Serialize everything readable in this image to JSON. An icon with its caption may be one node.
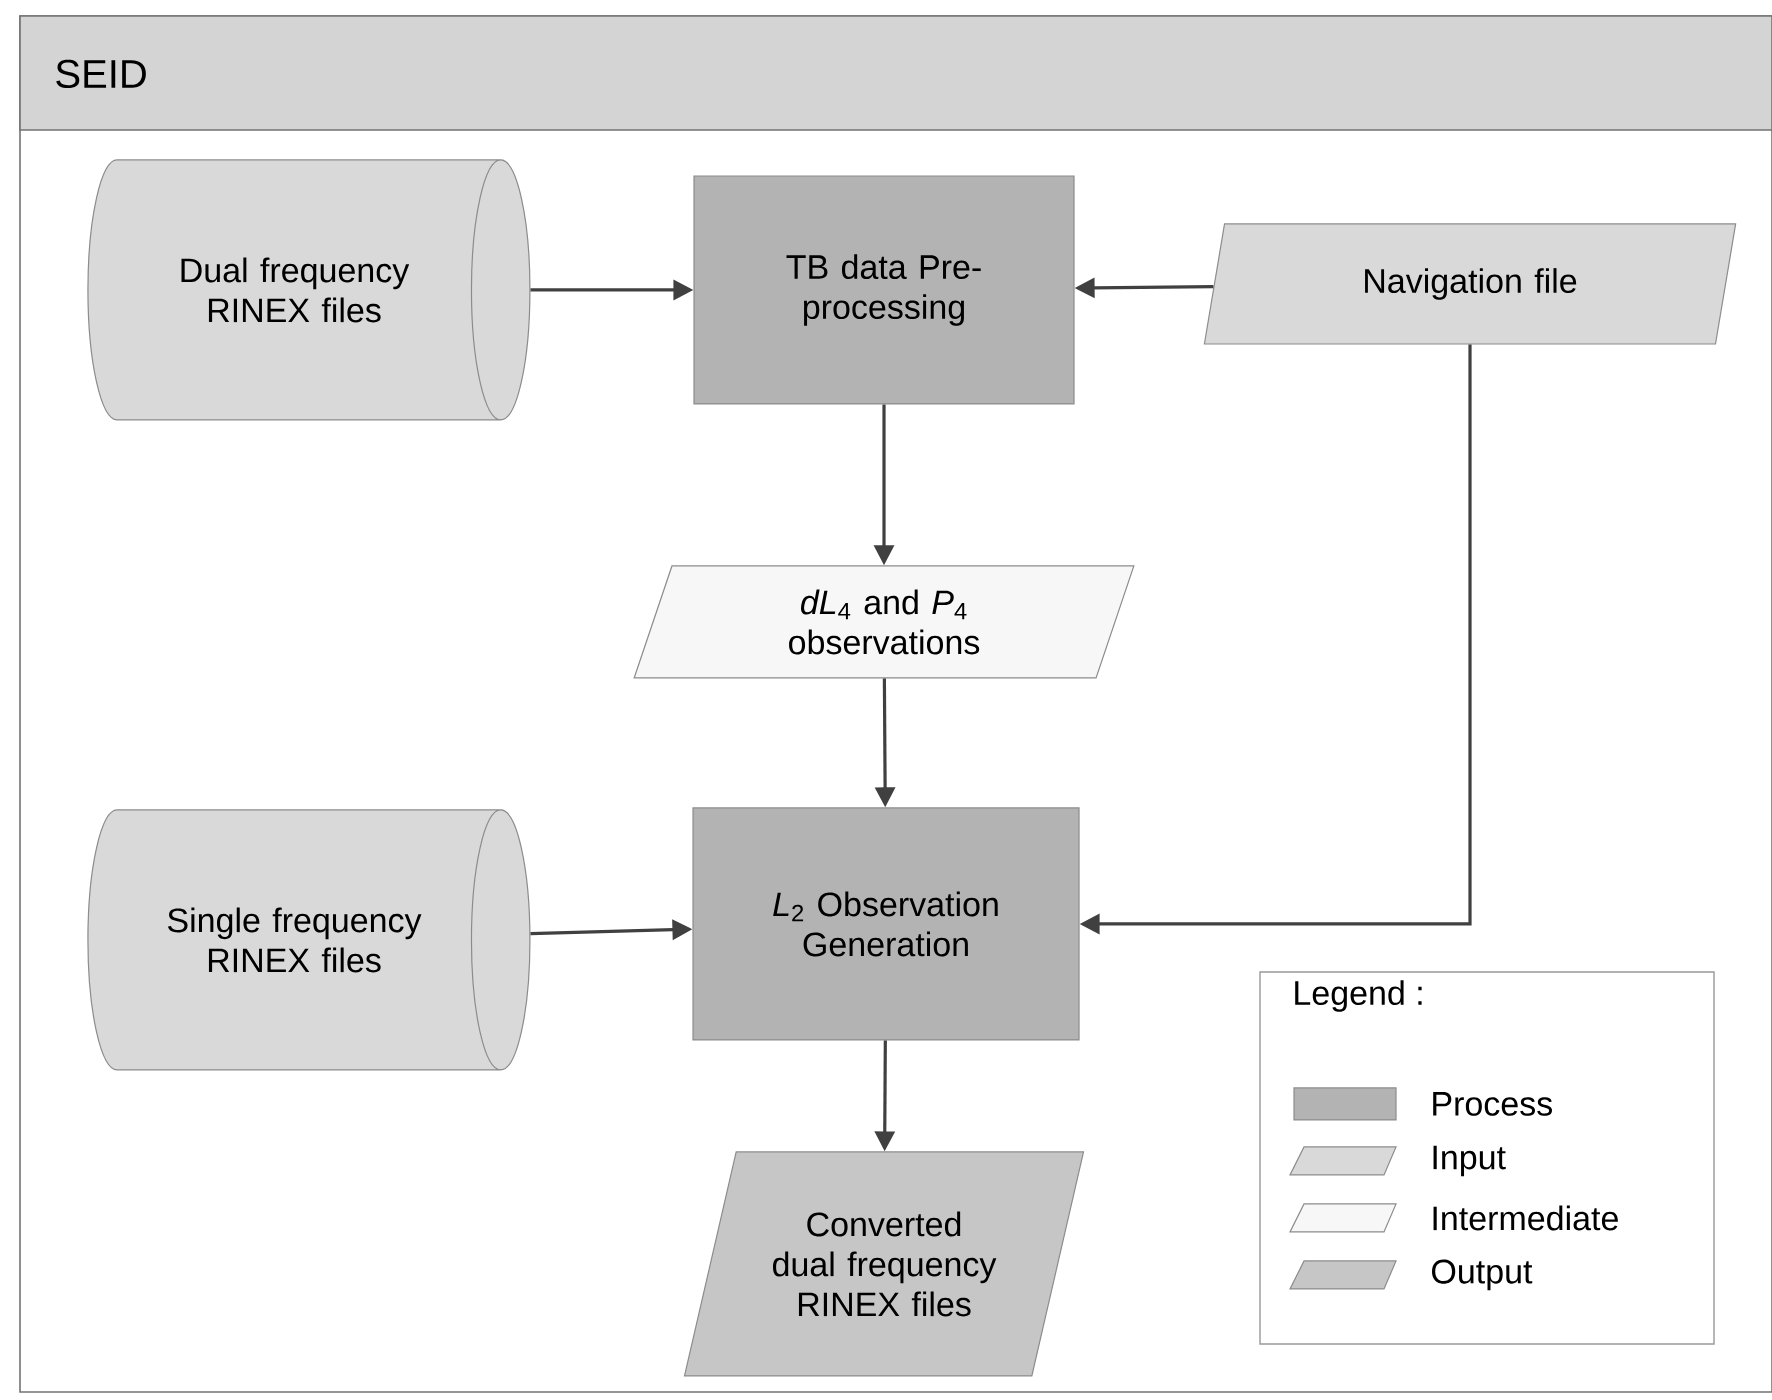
{
  "diagram": {
    "nodes": [
      {
        "text": [
          "SEID"
        ]
      },
      {
        "text": [
          "Dual frequency RINEX files"
        ],
        "in": 0
      },
      {
        "text": [
          "TB data Pre-processing"
        ],
        "in": 0
      },
      {
        "text": [
          "Navigation file"
        ],
        "in": 0
      },
      {
        "text": [
          "*dL*$_{4}$ and *P*$_{4}$ observations"
        ],
        "in": 0
      },
      {
        "text": [
          "Single frequency RINEX files"
        ],
        "in": 0
      },
      {
        "text": [
          "*L*$_{2}$ Observation Generation"
        ],
        "in": 0
      },
      {
        "text": [
          "Converted dual frequency RINEX files"
        ],
        "in": 0
      }
    ],
    "edges": [
      {
        "from": 1,
        "to": 2,
        "arrow": "to"
      },
      {
        "from": 3,
        "to": 2,
        "arrow": "to"
      },
      {
        "from": 2,
        "to": 4,
        "arrow": "to"
      },
      {
        "from": 4,
        "to": 6,
        "arrow": "to"
      },
      {
        "from": 5,
        "to": 6,
        "arrow": "to"
      },
      {
        "from": 3,
        "to": 6,
        "arrow": "to"
      },
      {
        "from": 6,
        "to": 7,
        "arrow": "to"
      }
    ],
    "labels": [
      "Legend :"
    ],
    "legend": [
      {
        "text": "Process",
        "color": "#b3b3b3"
      },
      {
        "text": "Input",
        "color": "#d9d9d9"
      },
      {
        "text": "Intermediate",
        "color": "#f7f7f7"
      },
      {
        "text": "Output",
        "color": "#c6c6c6"
      }
    ]
  }
}
